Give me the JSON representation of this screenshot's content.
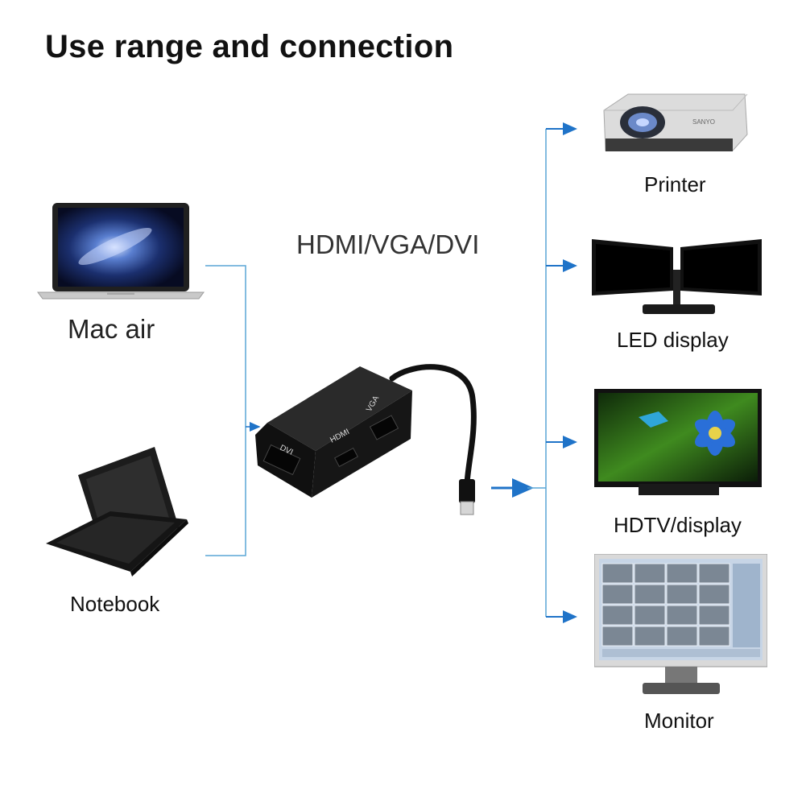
{
  "title": "Use range and connection",
  "center_label": "HDMI/VGA/DVI",
  "sources": [
    {
      "label": "Mac air",
      "icon": "laptop-icon"
    },
    {
      "label": "Notebook",
      "icon": "netbook-icon"
    }
  ],
  "adapter": {
    "ports": [
      "DVI",
      "HDMI",
      "VGA"
    ],
    "icon": "mini-displayport-adapter-icon"
  },
  "targets": [
    {
      "label": "Printer",
      "icon": "projector-icon"
    },
    {
      "label": "LED display",
      "icon": "dual-monitor-icon"
    },
    {
      "label": "HDTV/display",
      "icon": "tv-icon"
    },
    {
      "label": "Monitor",
      "icon": "monitor-icon"
    }
  ],
  "colors": {
    "wire": "#5aa6d6",
    "arrow": "#1f73c8",
    "device_dark": "#1a1a1a"
  }
}
